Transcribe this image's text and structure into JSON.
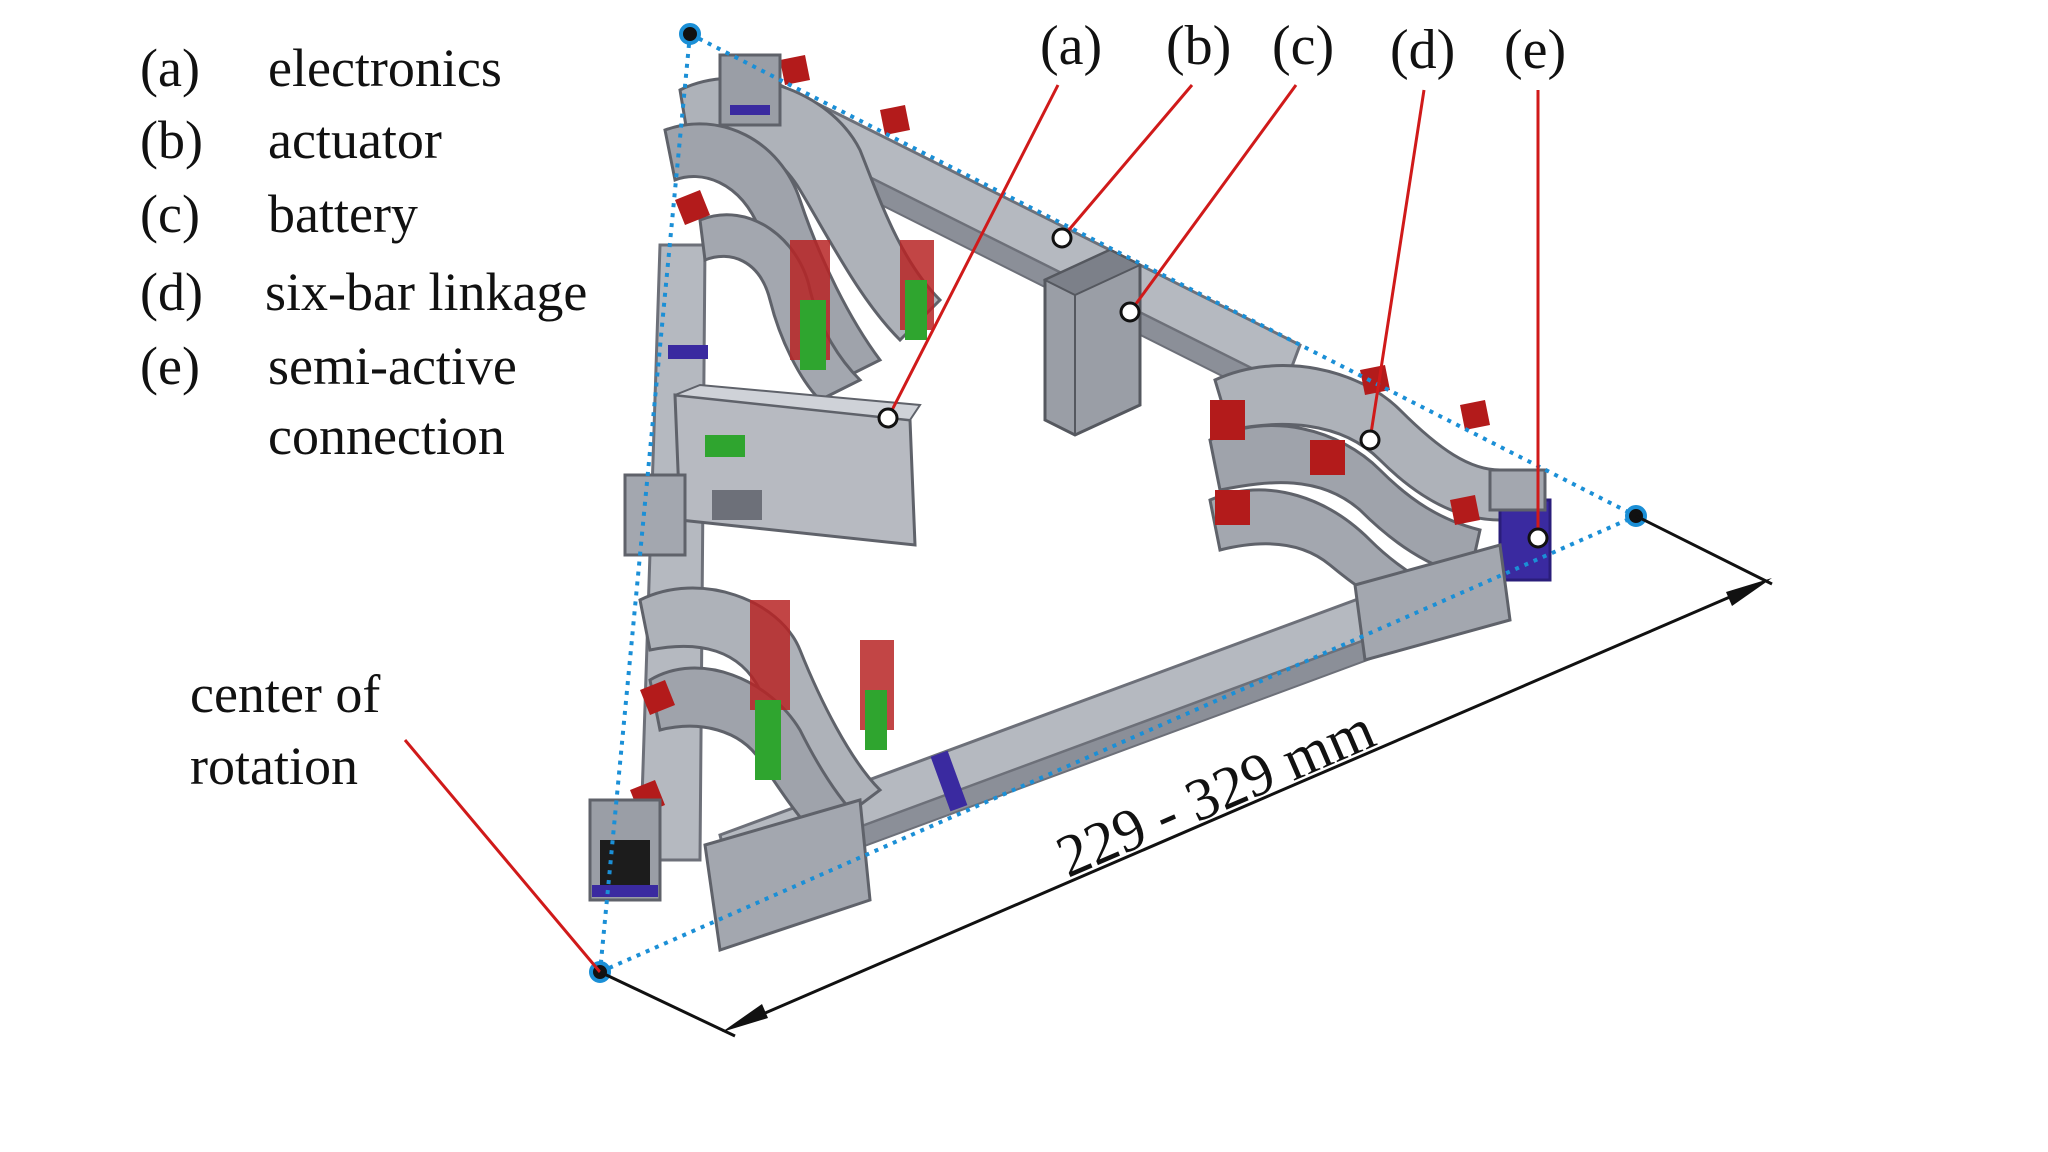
{
  "legend": [
    {
      "key": "(a)",
      "label": "electronics"
    },
    {
      "key": "(b)",
      "label": "actuator"
    },
    {
      "key": "(c)",
      "label": "battery"
    },
    {
      "key": "(d)",
      "label": "six-bar linkage"
    },
    {
      "key": "(e)",
      "label": "semi-active",
      "label_line2": "connection"
    }
  ],
  "callouts": {
    "a": "(a)",
    "b": "(b)",
    "c": "(c)",
    "d": "(d)",
    "e": "(e)"
  },
  "center_of_rotation": {
    "line1": "center of",
    "line2": "rotation"
  },
  "dimension": {
    "label": "229 - 329 mm"
  },
  "colors": {
    "body": "#a9adb5",
    "body_dark": "#7c8089",
    "body_light": "#c8cbd1",
    "red_part": "#b31b1b",
    "green_part": "#2fa52f",
    "blue_part": "#3a2aa0",
    "callout_line": "#d01a1a",
    "dotted_line": "#1b8fd6",
    "dimension_line": "#111111"
  }
}
